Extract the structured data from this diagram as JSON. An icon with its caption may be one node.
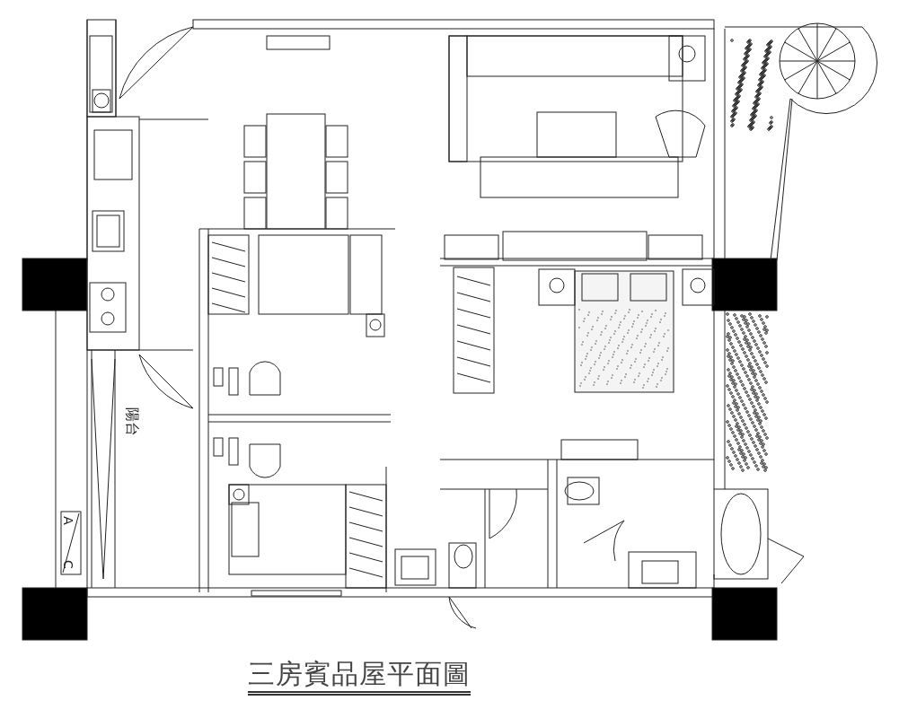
{
  "diagram": {
    "title": "三房賓品屋平面圖",
    "labels": [
      "陽台",
      "A",
      "C"
    ]
  }
}
